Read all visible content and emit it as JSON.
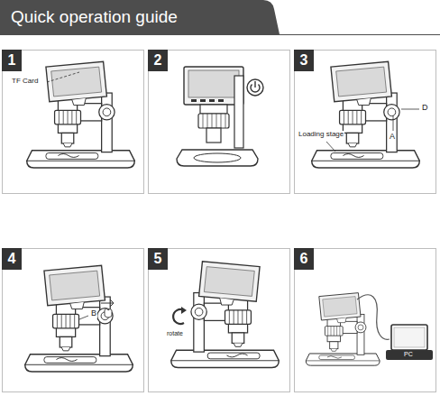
{
  "diagram": {
    "title": "Quick operation guide",
    "nodes": [
      {
        "text": [
          "1"
        ]
      },
      {
        "text": [
          "2"
        ]
      },
      {
        "text": [
          "3"
        ]
      },
      {
        "text": [
          "4"
        ]
      },
      {
        "text": [
          "5"
        ]
      },
      {
        "text": [
          "6"
        ]
      }
    ],
    "labels": [
      "TF Card",
      "D",
      "Loading stage",
      "A",
      "B",
      "rotate",
      "PC"
    ]
  }
}
